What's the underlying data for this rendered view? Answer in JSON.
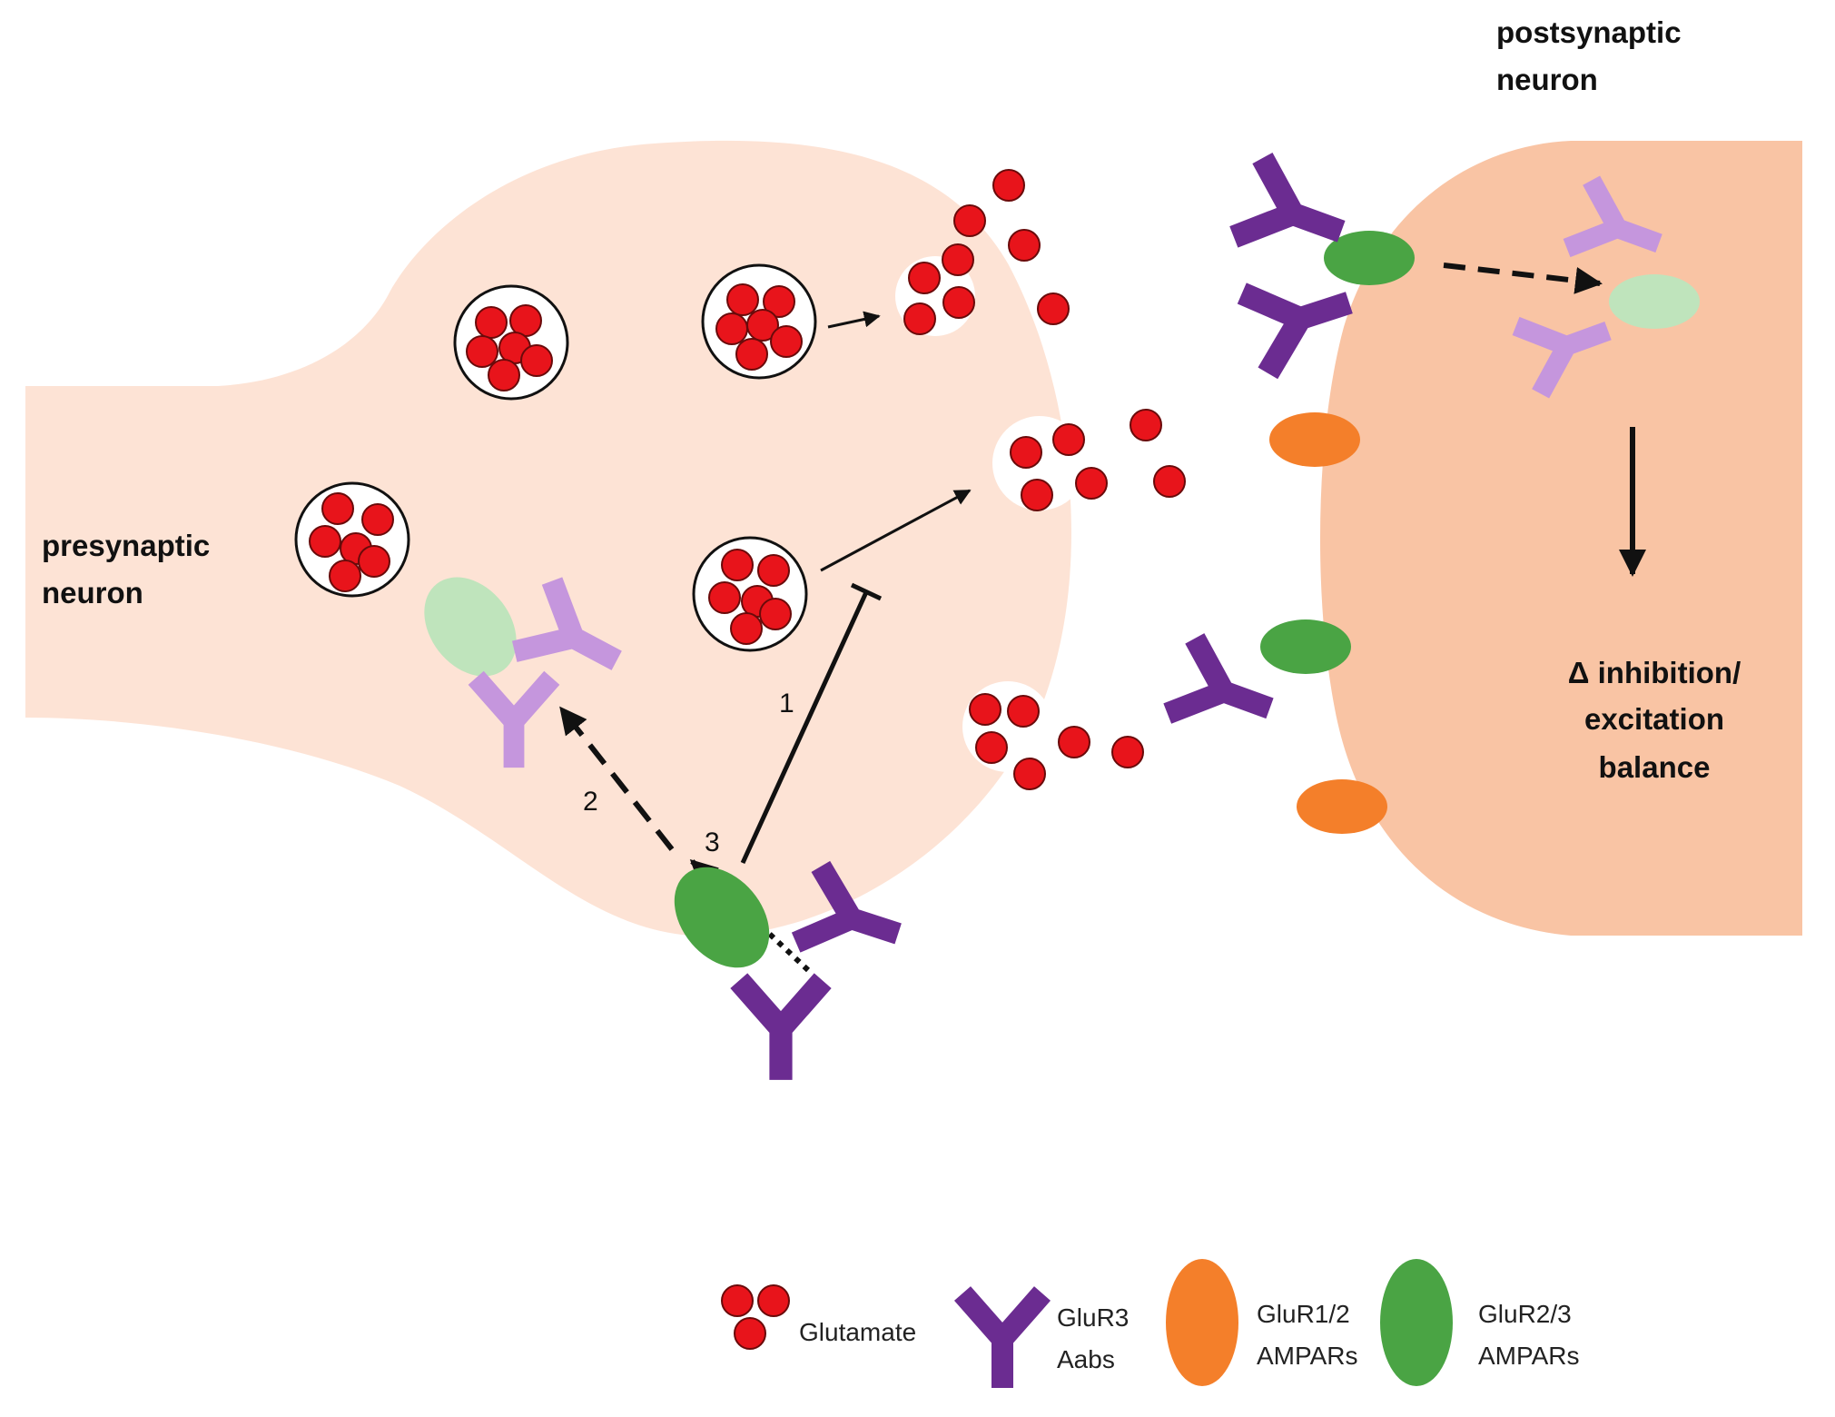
{
  "labels": {
    "presynaptic_line1": "presynaptic",
    "presynaptic_line2": "neuron",
    "postsynaptic_line1": "postsynaptic",
    "postsynaptic_line2": "neuron",
    "effect_line1": "Δ inhibition/",
    "effect_line2": "excitation",
    "effect_line3": "balance"
  },
  "steps": {
    "step1": "1",
    "step2": "2",
    "step3": "3"
  },
  "legend": {
    "glutamate": "Glutamate",
    "aab_line1": "GluR3",
    "aab_line2": "Aabs",
    "glur12_line1": "GluR1/2",
    "glur12_line2": "AMPARs",
    "glur23_line1": "GluR2/3",
    "glur23_line2": "AMPARs"
  },
  "colors": {
    "presynaptic_fill": "#fde3d5",
    "postsynaptic_fill": "#f9c4a4",
    "glutamate": "#e8141b",
    "antibody": "#6b2c91",
    "antibody_internalized": "#c596dd",
    "glur12": "#f47f2a",
    "glur23": "#4aa444",
    "glur23_internalized": "#bfe4bc"
  }
}
